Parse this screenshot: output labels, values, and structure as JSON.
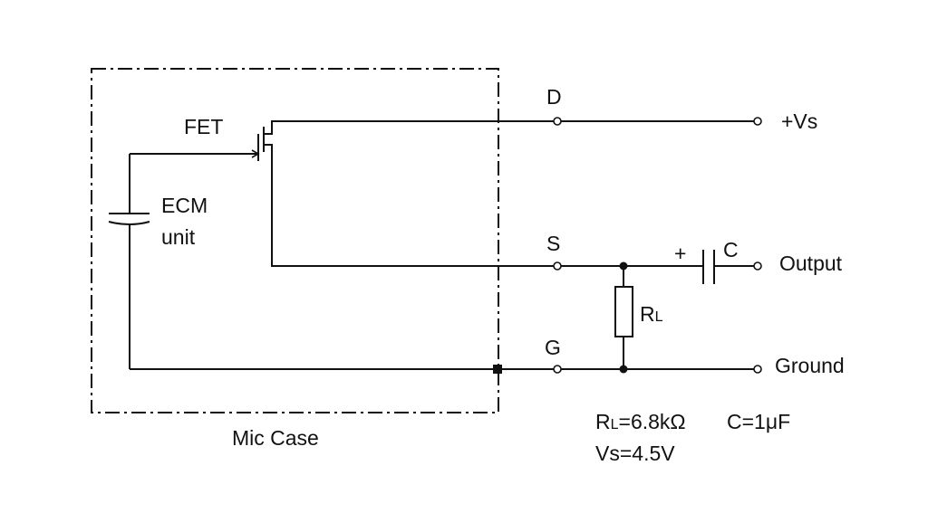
{
  "labels": {
    "fet": "FET",
    "ecm_line1": "ECM",
    "ecm_line2": "unit",
    "mic_case": "Mic Case",
    "pin_d": "D",
    "pin_s": "S",
    "pin_g": "G",
    "vs_terminal": "+Vs",
    "output_terminal": "Output",
    "ground_terminal": "Ground",
    "cap_plus": "+",
    "cap_name": "C",
    "resistor_main": "R",
    "resistor_sub": "L"
  },
  "specs": {
    "rl_main": "R",
    "rl_sub": "L",
    "rl_value": "=6.8kΩ",
    "cap_value": "C=1μF",
    "vs_value": "Vs=4.5V"
  }
}
